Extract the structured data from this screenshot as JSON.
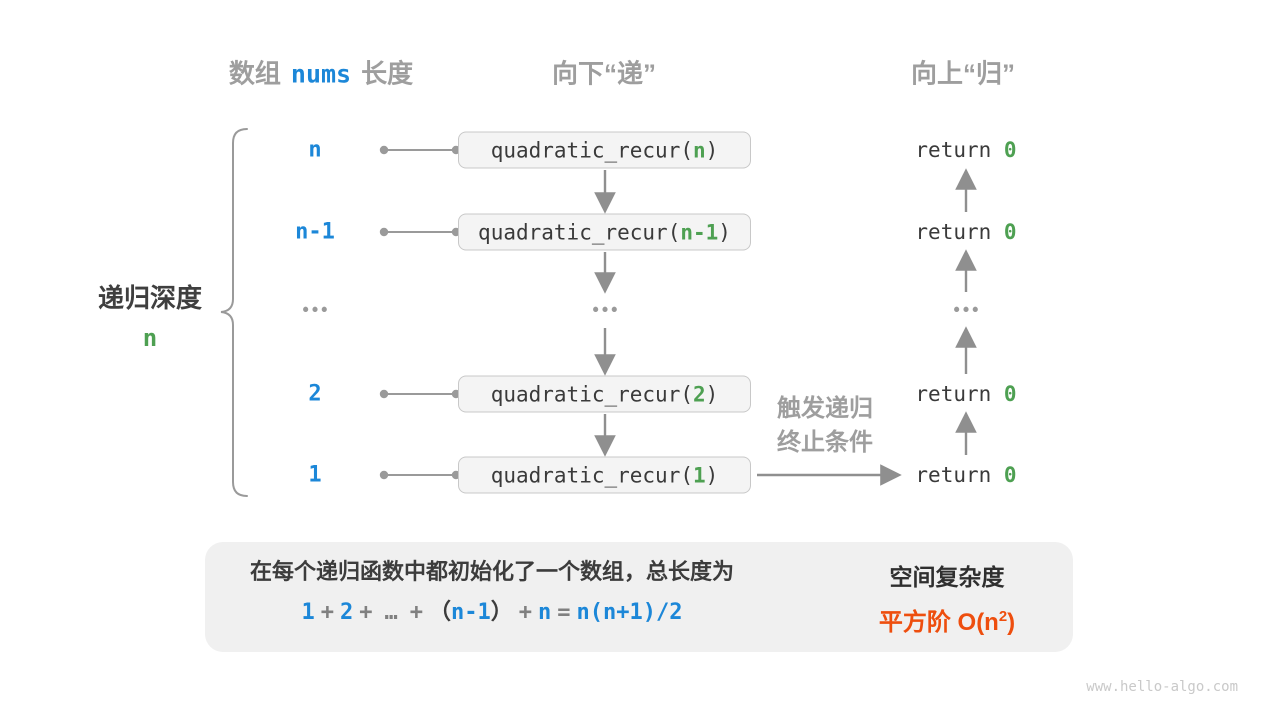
{
  "colors": {
    "blue": "#1c87d8",
    "green": "#4ea052",
    "orange": "#ee4e0e",
    "gray": "#9e9e9e",
    "dark": "#3a3a3a",
    "box_fill": "#f4f4f4",
    "box_border": "#c8c8c8",
    "arrow": "#8f8f8f",
    "panel_fill": "#f0f0f0",
    "watermark": "#c9c9c9"
  },
  "headers": {
    "left_prefix": "数组",
    "left_code": "nums",
    "left_suffix": "长度",
    "down": "向下“递”",
    "up": "向上“归”"
  },
  "depth_label": {
    "text": "递归深度",
    "value": "n"
  },
  "rows": [
    {
      "label": "n",
      "call_prefix": "quadratic_recur(",
      "call_arg": "n",
      "call_suffix": ")",
      "return_keyword": "return ",
      "return_value": "0"
    },
    {
      "label": "n-1",
      "call_prefix": "quadratic_recur(",
      "call_arg": "n-1",
      "call_suffix": ")",
      "return_keyword": "return ",
      "return_value": "0"
    },
    {
      "label": "•••",
      "center_dots": "•••",
      "return_dots": "•••"
    },
    {
      "label": "2",
      "call_prefix": "quadratic_recur(",
      "call_arg": "2",
      "call_suffix": ")",
      "return_keyword": "return ",
      "return_value": "0"
    },
    {
      "label": "1",
      "call_prefix": "quadratic_recur(",
      "call_arg": "1",
      "call_suffix": ")",
      "return_keyword": "return ",
      "return_value": "0"
    }
  ],
  "trigger_note": {
    "line1": "触发递归",
    "line2": "终止条件"
  },
  "summary": {
    "description": "在每个递归函数中都初始化了一个数组，总长度为",
    "formula": [
      "1",
      "+",
      "2",
      "+",
      "…",
      "+",
      "（",
      "n-1",
      "）",
      "+",
      "n",
      "=",
      "n(n+1)/2"
    ],
    "result_title": "空间复杂度",
    "result_prefix": "平方阶 O(n",
    "result_sup": "2",
    "result_suffix": ")"
  },
  "watermark": "www.hello-algo.com"
}
